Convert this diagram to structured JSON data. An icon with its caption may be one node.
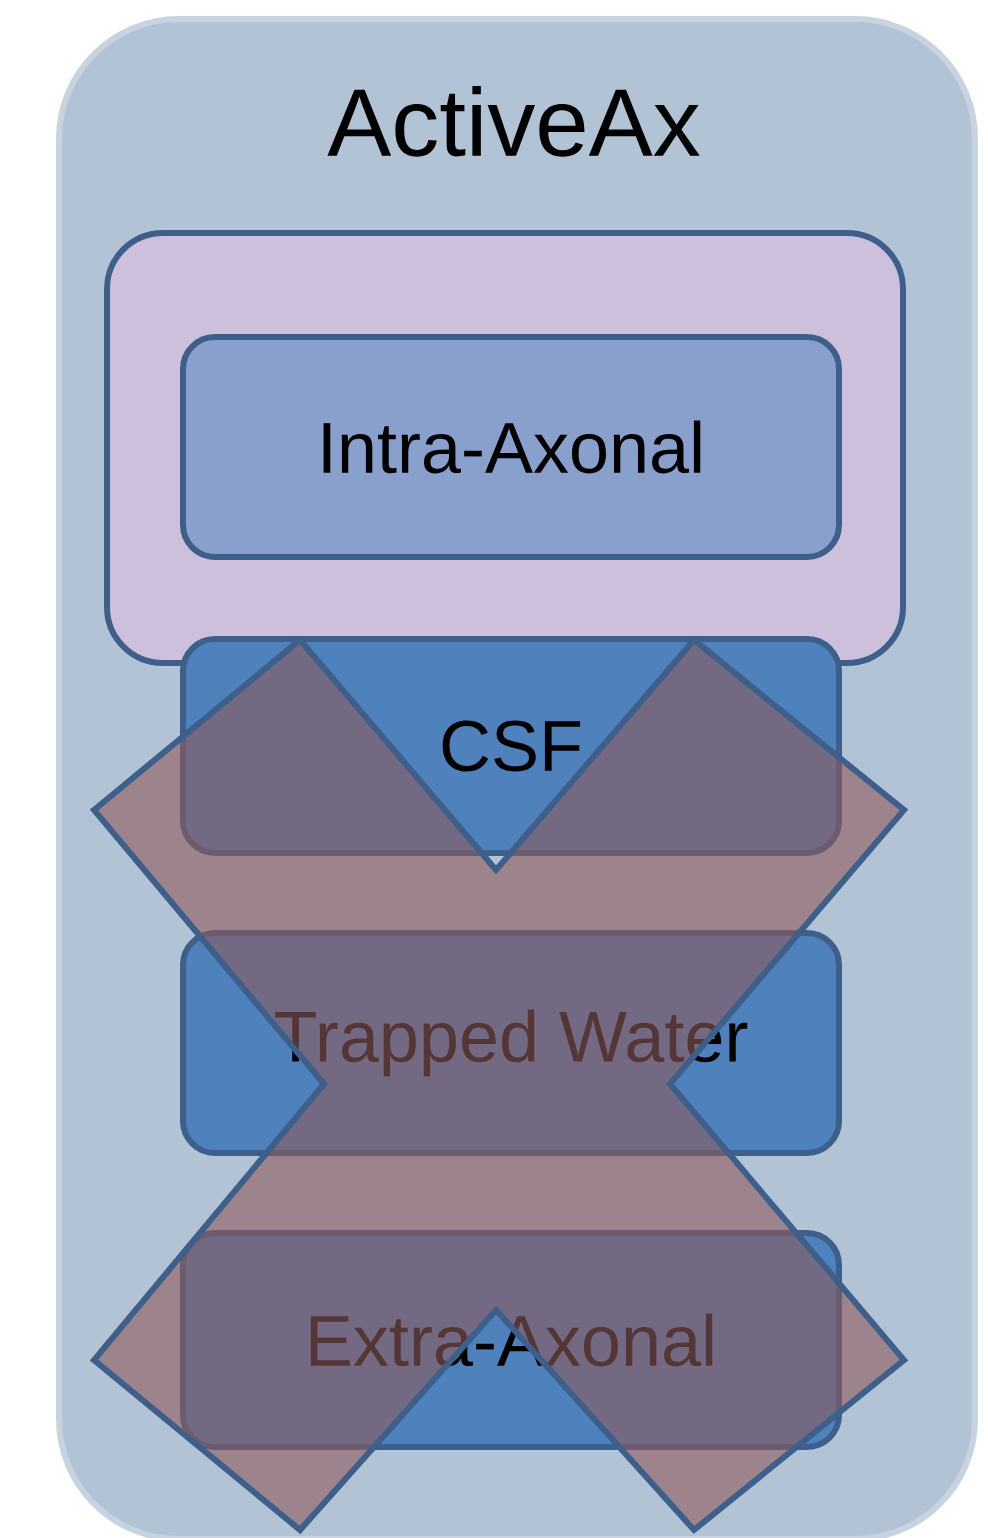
{
  "diagram": {
    "nodes": [
      {
        "text": [
          "ActiveAx"
        ]
      },
      {
        "text": [],
        "shape": "box",
        "in": 0
      },
      {
        "text": [
          "Intra-Axonal"
        ],
        "in": 1
      },
      {
        "text": [
          "CSF"
        ],
        "in": 0
      },
      {
        "text": [
          "Trapped Water"
        ],
        "in": 0
      },
      {
        "text": [
          "Extra-Axonal"
        ],
        "in": 0
      }
    ]
  }
}
